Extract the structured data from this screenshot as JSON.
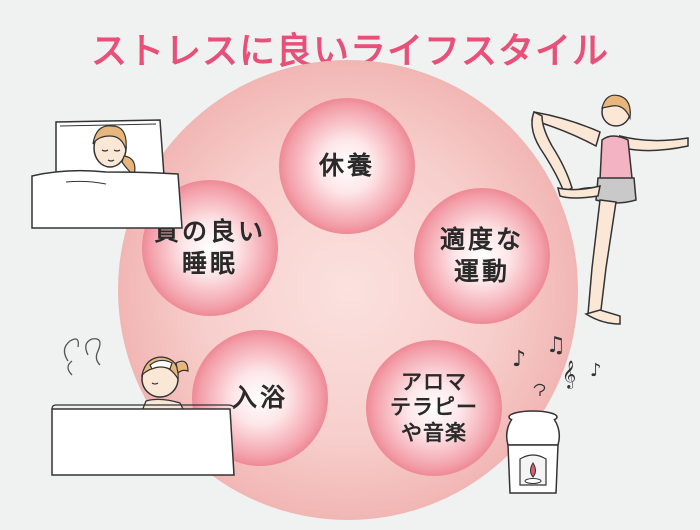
{
  "title": "ストレスに良いライフスタイル",
  "colors": {
    "title": "#e8507a",
    "node_edge": "#da4a5c",
    "center_fill": "#f7cfcc"
  },
  "center_ring": {
    "items": [
      {
        "lines": [
          "休養"
        ]
      },
      {
        "lines": [
          "適度な",
          "運動"
        ]
      },
      {
        "lines": [
          "アロマ",
          "テラピー",
          "や音楽"
        ]
      },
      {
        "lines": [
          "入浴"
        ]
      },
      {
        "lines": [
          "質の良い",
          "睡眠"
        ]
      }
    ]
  },
  "illustrations": [
    "sleeping-woman-icon",
    "yoga-woman-icon",
    "bathing-woman-icon",
    "aroma-pot-icon",
    "music-notes-icon"
  ]
}
